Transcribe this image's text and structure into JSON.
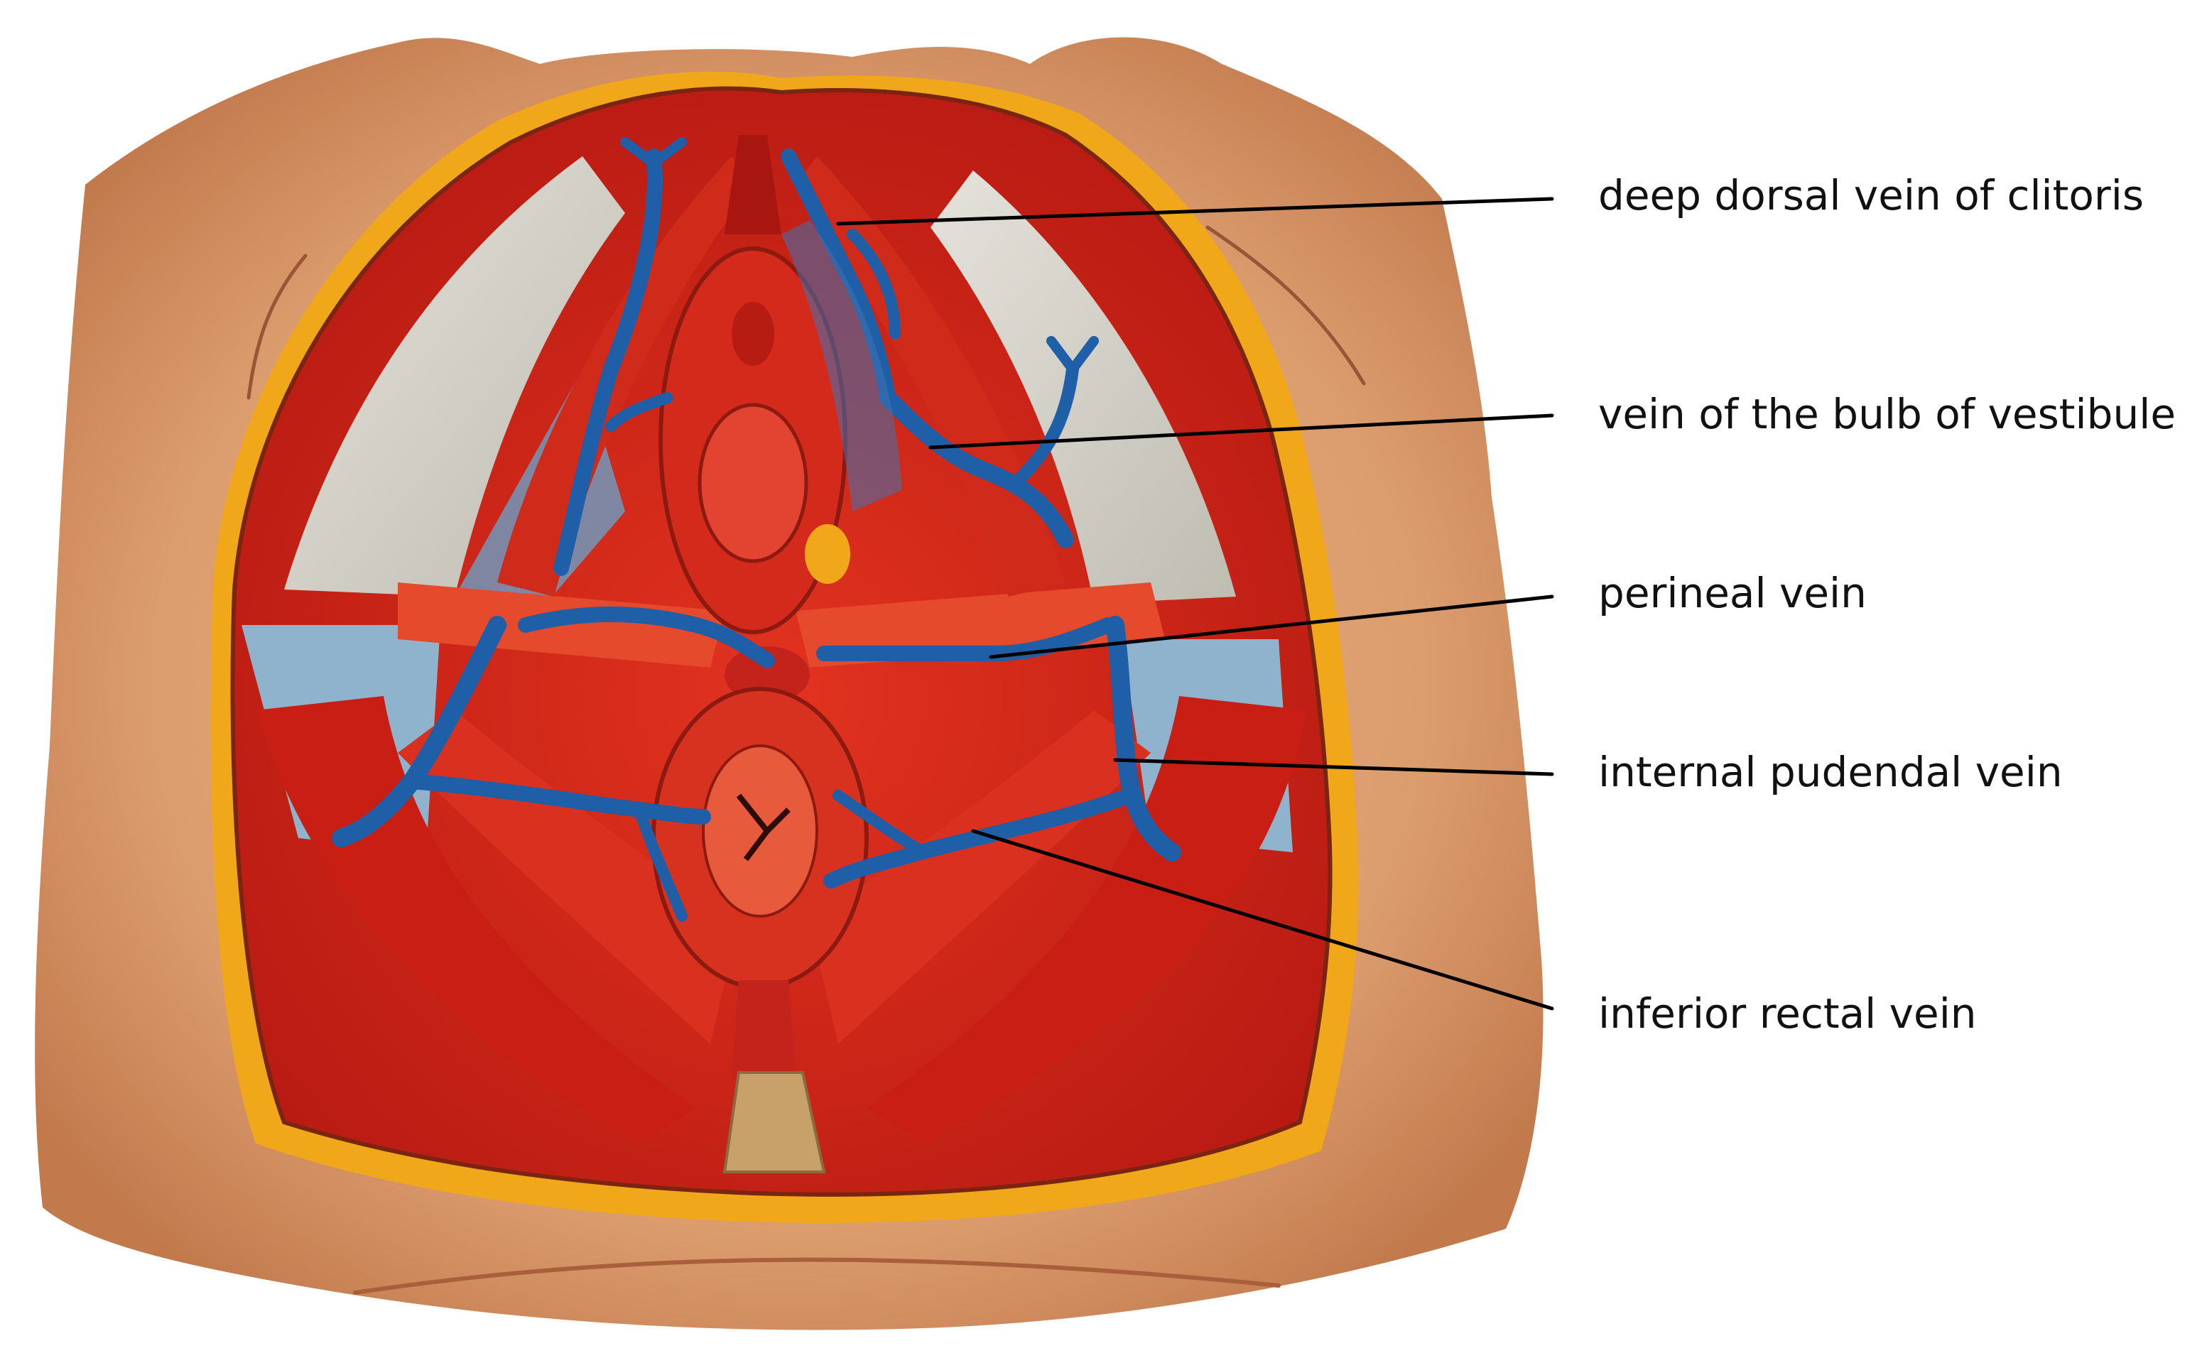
{
  "labels": [
    {
      "id": "deep-dorsal-vein-of-clitoris",
      "text": "deep dorsal vein of clitoris"
    },
    {
      "id": "vein-of-the-bulb-of-vestibule",
      "text": "vein of the bulb of vestibule"
    },
    {
      "id": "perineal-vein",
      "text": "perineal vein"
    },
    {
      "id": "internal-pudendal-vein",
      "text": "internal pudendal vein"
    },
    {
      "id": "inferior-rectal-vein",
      "text": "inferior rectal vein"
    }
  ],
  "colors": {
    "skin": "#e2a476",
    "skin_dark": "#b8663f",
    "fat": "#f0a81a",
    "muscle": "#d8281c",
    "muscle_dark": "#a5150f",
    "fascia": "#d9d6cc",
    "vein": "#1f5fa8",
    "vein_light": "#6a9fc9",
    "coccyx": "#c7a06a",
    "leader": "#000000"
  }
}
